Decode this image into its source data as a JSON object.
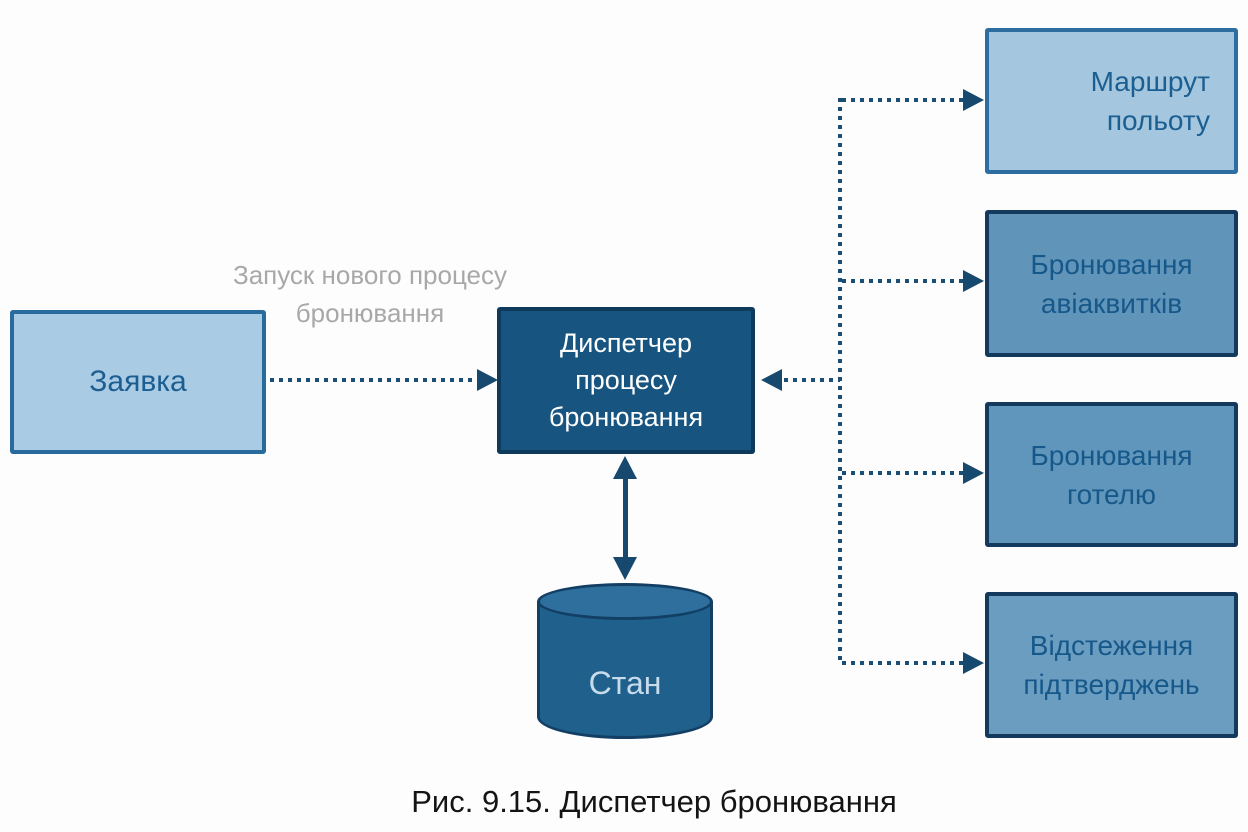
{
  "figure": {
    "caption": "Рис. 9.15. Диспетчер бронювання"
  },
  "nodes": {
    "request": {
      "label": "Заявка"
    },
    "dispatcher": {
      "lines": [
        "Диспетчер",
        "процесу",
        "бронювання"
      ]
    },
    "state_store": {
      "label": "Стан"
    },
    "flight_route": {
      "lines": [
        "Маршрут",
        "польоту"
      ]
    },
    "flight_booking": {
      "lines": [
        "Бронювання",
        "авіаквитків"
      ]
    },
    "hotel_booking": {
      "lines": [
        "Бронювання",
        "готелю"
      ]
    },
    "confirmation_tracking": {
      "lines": [
        "Відстеження",
        "підтверджень"
      ]
    }
  },
  "edges": {
    "start_label_lines": [
      "Запуск нового",
      "процесу",
      "бронювання"
    ]
  },
  "colors": {
    "accent_dark_blue": "#17486e",
    "request_fill": "#a9cbe3",
    "request_border": "#2a6b9d",
    "dispatcher_fill": "#175480",
    "dispatcher_border": "#0e3a5c",
    "route_box_fill": "#a4c6de",
    "service_box_fill": "#6096bb",
    "service_box_border": "#133a5d",
    "cylinder_fill": "#1f608d",
    "cylinder_top_fill": "#2e6f9d",
    "cylinder_text": "#c8dbeb",
    "box_text_blue": "#1b5f92",
    "edge_label_gray": "#a8a8a8",
    "caption_text": "#141414",
    "background": "#fdfdfe"
  }
}
